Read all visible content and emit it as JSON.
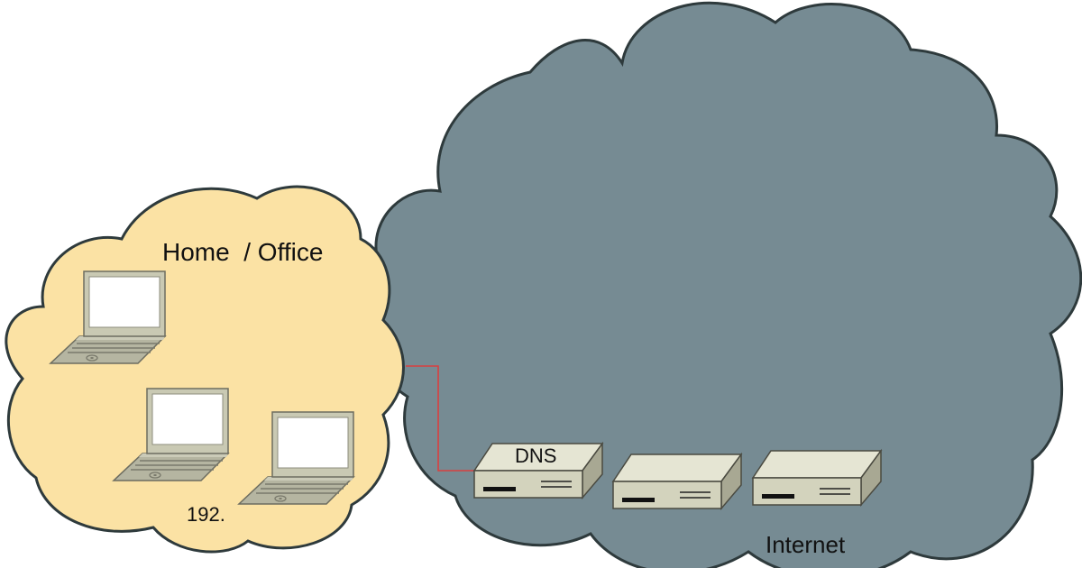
{
  "diagram": {
    "home_label": "Home  / Office",
    "ip_label": "192.",
    "dns_label": "DNS",
    "internet_label": "Internet"
  },
  "colors": {
    "home_cloud_fill": "#fbe2a4",
    "internet_cloud_fill": "#768b93",
    "cloud_outline": "#2e3a3c",
    "link_line": "#d94040",
    "device_fill": "#d3d3bd"
  },
  "icons": [
    "laptop-icon",
    "server-icon"
  ]
}
